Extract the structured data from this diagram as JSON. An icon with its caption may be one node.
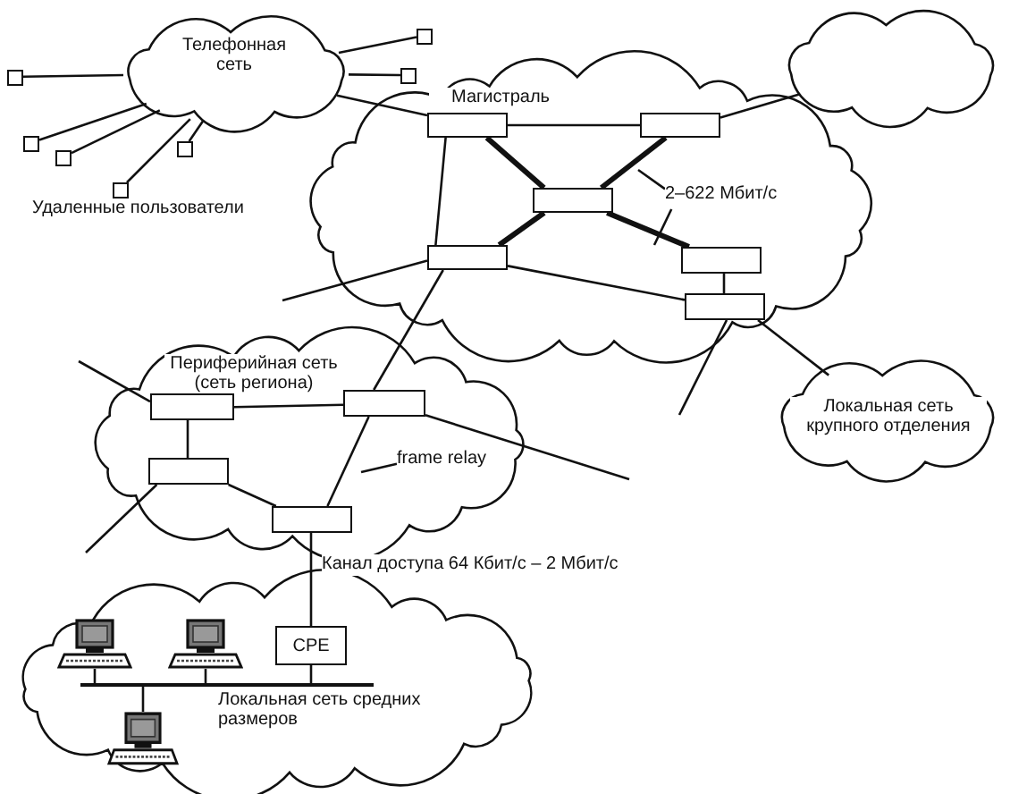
{
  "diagram": {
    "nodes": [
      {
        "text": [
          "Телефонная сеть"
        ]
      },
      {
        "text": [],
        "shape": "box"
      },
      {
        "text": [],
        "shape": "box"
      },
      {
        "text": [],
        "shape": "box"
      },
      {
        "text": [],
        "shape": "box"
      },
      {
        "text": [],
        "shape": "box"
      },
      {
        "text": [],
        "shape": "box"
      },
      {
        "text": [],
        "shape": "box"
      },
      {
        "text": [
          "Магистраль"
        ]
      },
      {
        "text": [],
        "shape": "box",
        "in": 8
      },
      {
        "text": [],
        "shape": "box",
        "in": 8
      },
      {
        "text": [],
        "shape": "box",
        "in": 8
      },
      {
        "text": [],
        "shape": "box",
        "in": 8
      },
      {
        "text": [],
        "shape": "box",
        "in": 8
      },
      {
        "text": [],
        "shape": "box",
        "in": 8
      },
      {
        "text": [],
        "shape": "cloud"
      },
      {
        "text": [
          "Локальная сеть крупного отделения"
        ]
      },
      {
        "text": [
          "Периферийная сеть (сеть региона)"
        ]
      },
      {
        "text": [],
        "shape": "box",
        "in": 17
      },
      {
        "text": [],
        "shape": "box",
        "in": 17
      },
      {
        "text": [],
        "shape": "box",
        "in": 17
      },
      {
        "text": [],
        "shape": "box",
        "in": 17
      },
      {
        "text": [
          "Локальная сеть средних размеров"
        ]
      },
      {
        "text": [
          "CPE"
        ],
        "in": 22
      },
      {
        "text": [],
        "shape": "picture",
        "in": 22
      },
      {
        "text": [],
        "shape": "picture",
        "in": 22
      },
      {
        "text": [],
        "shape": "picture",
        "in": 22
      },
      {
        "text": [],
        "shape": "bar",
        "in": 22
      },
      {
        "text": [
          "2–622 Мбит/с"
        ],
        "in": 8
      },
      {
        "text": [
          "frame relay"
        ],
        "in": 17
      }
    ],
    "edges": [
      {
        "from": 1,
        "to": 0,
        "arrow": "none"
      },
      {
        "from": 2,
        "to": 0,
        "arrow": "none"
      },
      {
        "from": 3,
        "to": 0,
        "arrow": "none"
      },
      {
        "from": 4,
        "to": 0,
        "arrow": "none"
      },
      {
        "from": 5,
        "to": 0,
        "arrow": "none"
      },
      {
        "from": 6,
        "to": 0,
        "arrow": "none"
      },
      {
        "from": 7,
        "to": 0,
        "arrow": "none"
      },
      {
        "from": 0,
        "to": 9,
        "arrow": "none"
      },
      {
        "from": 9,
        "to": 10,
        "arrow": "none"
      },
      {
        "from": 9,
        "to": 11,
        "arrow": "none",
        "style": "thick"
      },
      {
        "from": 10,
        "to": 11,
        "arrow": "none",
        "style": "thick"
      },
      {
        "from": 11,
        "to": 12,
        "arrow": "none",
        "style": "thick"
      },
      {
        "from": 11,
        "to": 13,
        "arrow": "none",
        "style": "thick"
      },
      {
        "from": 9,
        "to": 12,
        "arrow": "none"
      },
      {
        "from": 12,
        "to": 14,
        "arrow": "none"
      },
      {
        "from": 13,
        "to": 14,
        "arrow": "none"
      },
      {
        "from": 10,
        "to": 15,
        "arrow": "none"
      },
      {
        "from": 14,
        "to": 16,
        "arrow": "none"
      },
      {
        "from": 14,
        "to": null,
        "arrow": "none"
      },
      {
        "from": 12,
        "to": null,
        "arrow": "none"
      },
      {
        "from": 12,
        "to": 19,
        "arrow": "none"
      },
      {
        "from": 19,
        "to": 21,
        "arrow": "none"
      },
      {
        "from": 18,
        "to": 19,
        "arrow": "none"
      },
      {
        "from": 18,
        "to": 20,
        "arrow": "none"
      },
      {
        "from": 20,
        "to": 21,
        "arrow": "none"
      },
      {
        "from": 18,
        "to": null,
        "arrow": "none"
      },
      {
        "from": 19,
        "to": null,
        "arrow": "none"
      },
      {
        "from": 20,
        "to": null,
        "arrow": "none"
      },
      {
        "from": 21,
        "to": 23,
        "arrow": "none",
        "label": "Канал доступа 64 Кбит/с – 2 Мбит/с"
      },
      {
        "from": 24,
        "to": 27,
        "arrow": "none"
      },
      {
        "from": 25,
        "to": 27,
        "arrow": "none"
      },
      {
        "from": 26,
        "to": 27,
        "arrow": "none"
      },
      {
        "from": 23,
        "to": 27,
        "arrow": "none"
      },
      {
        "from": 28,
        "to": null,
        "arrow": "none"
      },
      {
        "from": 28,
        "to": null,
        "arrow": "none"
      },
      {
        "from": 29,
        "to": null,
        "arrow": "none"
      }
    ],
    "labels": [
      "Удаленные пользователи"
    ]
  }
}
